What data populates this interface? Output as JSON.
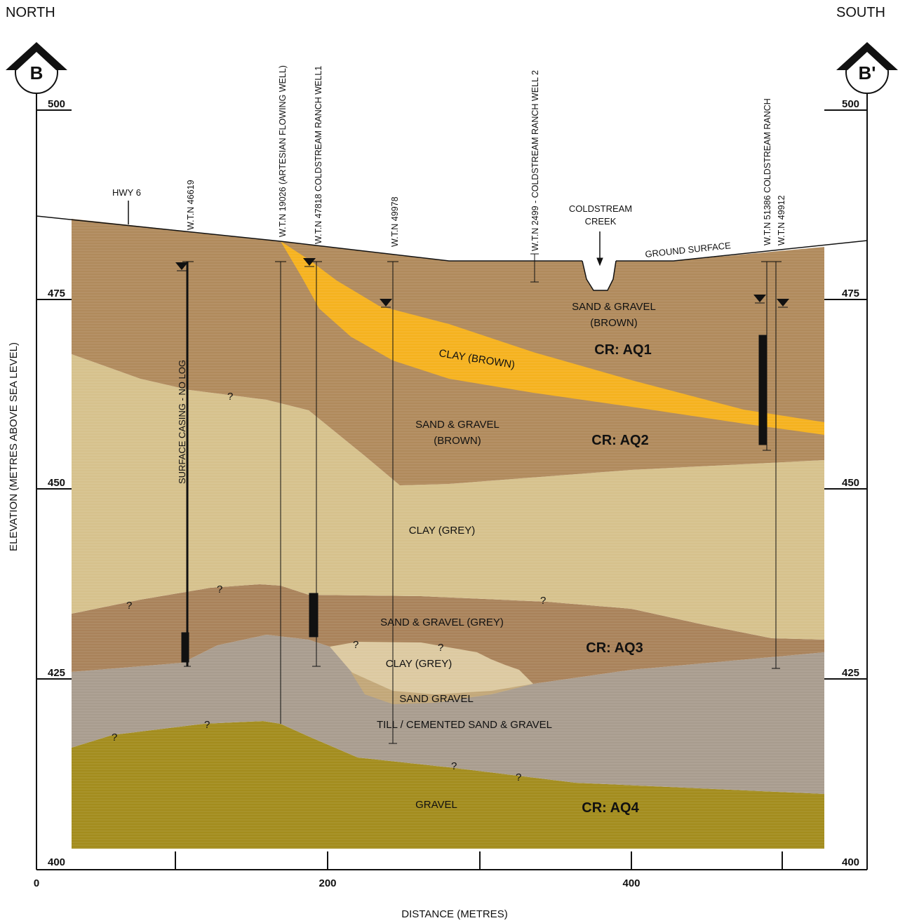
{
  "header": {
    "north_label": "NORTH",
    "south_label": "SOUTH",
    "left_section_marker": "B",
    "right_section_marker": "B'"
  },
  "axes": {
    "y_label": "ELEVATION (METRES ABOVE SEA LEVEL)",
    "x_label": "DISTANCE (METRES)",
    "y_ticks": [
      "500",
      "475",
      "450",
      "425",
      "400"
    ],
    "x_ticks": [
      "0",
      "200",
      "400"
    ]
  },
  "annotations": {
    "hwy": "HWY 6",
    "creek": "COLDSTREAM CREEK",
    "creek_line1": "COLDSTREAM",
    "creek_line2": "CREEK",
    "ground_surface": "GROUND SURFACE",
    "surface_casing": "SURFACE CASING - NO LOG"
  },
  "wells": [
    {
      "id": "w46619",
      "label": "W.T.N 46619"
    },
    {
      "id": "w19026",
      "label": "W.T.N 19026  (ARTESIAN FLOWING WELL)"
    },
    {
      "id": "w47818",
      "label": "W.T.N 47818 COLDSTREAM RANCH WELL1"
    },
    {
      "id": "w49978",
      "label": "W.T.N 49978"
    },
    {
      "id": "w2499",
      "label": "W.T.N 2499  - COLDSTREAM RANCH WELL 2"
    },
    {
      "id": "w51386",
      "label": "W.T.N 51386 COLDSTREAM RANCH"
    },
    {
      "id": "w49912",
      "label": "W.T.N 49912"
    }
  ],
  "units": {
    "sg_brown_top_1": "SAND & GRAVEL",
    "sg_brown_top_2": "(BROWN)",
    "clay_brown": "CLAY (BROWN)",
    "sg_brown_mid_1": "SAND & GRAVEL",
    "sg_brown_mid_2": "(BROWN)",
    "clay_grey": "CLAY (GREY)",
    "sg_grey": "SAND & GRAVEL (GREY)",
    "clay_grey_lens": "CLAY (GREY)",
    "sand_gravel": "SAND GRAVEL",
    "till": "TILL / CEMENTED SAND & GRAVEL",
    "gravel": "GRAVEL"
  },
  "aquifers": {
    "aq1": "CR: AQ1",
    "aq2": "CR: AQ2",
    "aq3": "CR: AQ3",
    "aq4": "CR: AQ4"
  },
  "uncertain_mark": "?",
  "colors": {
    "sand_gravel_brown": "#b08a5c",
    "clay_brown_yellow": "#f5b21e",
    "clay_grey": "#d6c18c",
    "till": "#a89c8e",
    "gravel": "#a38c1d",
    "sand_light": "#dcc9a0"
  }
}
